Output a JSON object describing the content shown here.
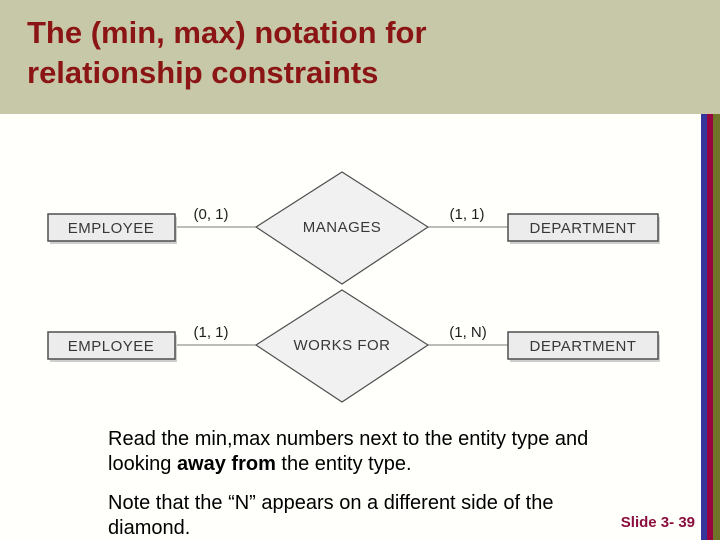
{
  "slide": {
    "title": {
      "line1": "The (min, max) notation for",
      "line2": "relationship constraints"
    },
    "colors": {
      "title_bg": "#c6c8a8",
      "title_text": "#8b1515",
      "stripe_blue": "#35359b",
      "stripe_maroon": "#98043f",
      "stripe_olive": "#707428",
      "slide_bg": "#fffffb",
      "entity_fill": "#ececec",
      "entity_stroke": "#4f4f4f"
    },
    "diagram": {
      "rows": [
        {
          "left_entity": "EMPLOYEE",
          "left_cardinality": "(0, 1)",
          "relationship": "MANAGES",
          "right_cardinality": "(1, 1)",
          "right_entity": "DEPARTMENT"
        },
        {
          "left_entity": "EMPLOYEE",
          "left_cardinality": "(1, 1)",
          "relationship": "WORKS FOR",
          "right_cardinality": "(1, N)",
          "right_entity": "DEPARTMENT"
        }
      ]
    },
    "notes": {
      "p1_pre": "Read the min,max numbers next to the entity type and looking ",
      "p1_bold": "away from",
      "p1_post": " the entity type.",
      "p2": "Note that the “N” appears on a different side of the diamond."
    },
    "footer": {
      "slide_number": "Slide 3- 39"
    }
  }
}
